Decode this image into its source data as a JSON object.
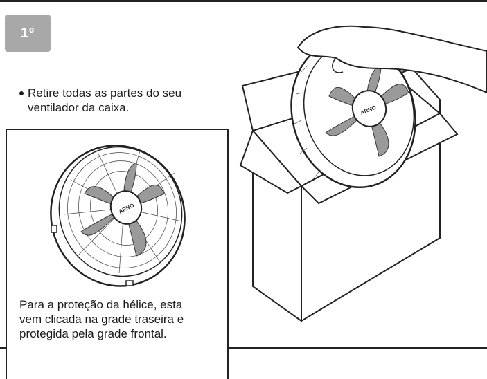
{
  "step": {
    "label": "1º"
  },
  "instruction": {
    "text": "Retire todas as partes do seu ventilador da caixa."
  },
  "inset": {
    "caption": "Para a proteção da hélice, esta vem clicada na grade traseira e protegida pela grade frontal."
  },
  "fan": {
    "brand": "ARNO"
  },
  "colors": {
    "badge": "#a8a8a8",
    "line": "#222222",
    "blade": "#9a9a9a"
  }
}
